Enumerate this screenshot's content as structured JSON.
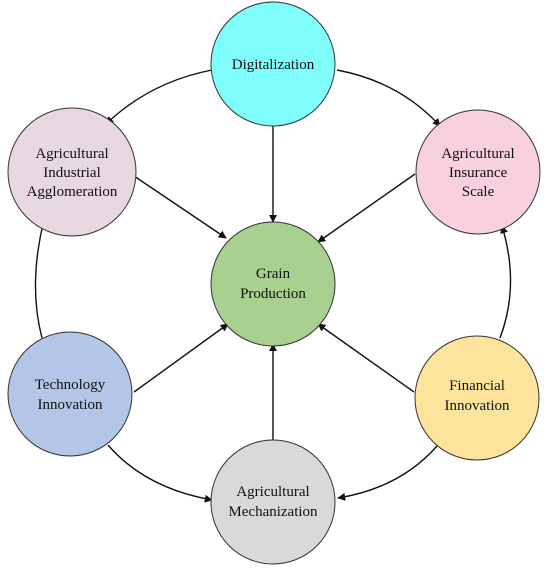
{
  "nodes": {
    "digitalization": {
      "lines": [
        "Digitalization"
      ],
      "color": "#7ffcfc"
    },
    "agglomeration": {
      "lines": [
        "Agricultural",
        "Industrial",
        "Agglomeration"
      ],
      "color": "#e8d8e2"
    },
    "insurance": {
      "lines": [
        "Agricultural",
        "Insurance",
        "Scale"
      ],
      "color": "#f9d1dd"
    },
    "grain": {
      "lines": [
        "Grain",
        "Production"
      ],
      "color": "#a8d08e"
    },
    "technology": {
      "lines": [
        "Technology",
        "Innovation"
      ],
      "color": "#b3c6e7"
    },
    "financial": {
      "lines": [
        "Financial",
        "Innovation"
      ],
      "color": "#fde49c"
    },
    "mechanization": {
      "lines": [
        "Agricultural",
        "Mechanization"
      ],
      "color": "#d9d9d9"
    }
  }
}
